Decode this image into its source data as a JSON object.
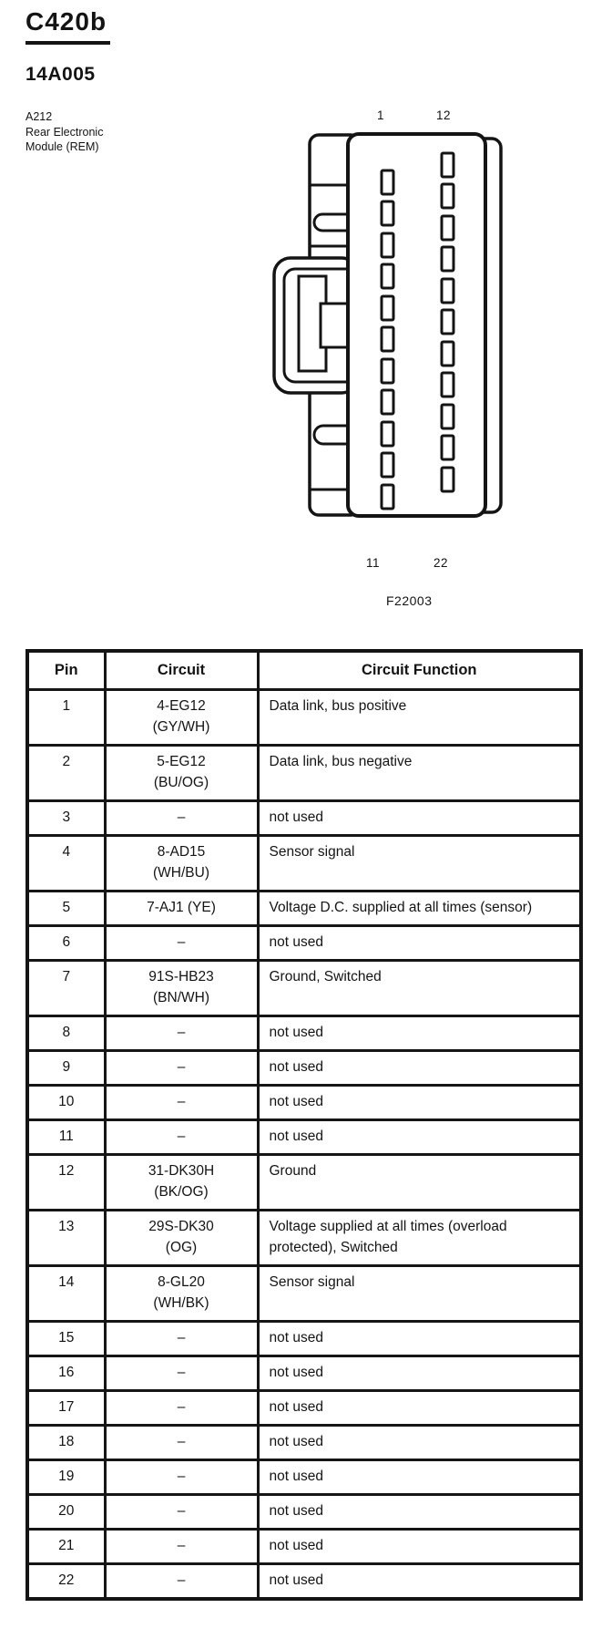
{
  "page": {
    "connector_id": "C420b",
    "part_number": "14A005",
    "component": {
      "line1": "A212",
      "line2": "Rear Electronic",
      "line3": "Module (REM)"
    },
    "figure": {
      "pin_label_top_left": "1",
      "pin_label_top_right": "12",
      "pin_label_bottom_left": "11",
      "pin_label_bottom_right": "22",
      "figure_number": "F22003"
    }
  },
  "table": {
    "headers": [
      "Pin",
      "Circuit",
      "Circuit Function"
    ],
    "rows": [
      {
        "pin": "1",
        "circuit_lines": [
          "4-EG12",
          "(GY/WH)"
        ],
        "function": "Data link, bus positive"
      },
      {
        "pin": "2",
        "circuit_lines": [
          "5-EG12",
          "(BU/OG)"
        ],
        "function": "Data link, bus negative"
      },
      {
        "pin": "3",
        "circuit_lines": [
          "–"
        ],
        "function": "not used"
      },
      {
        "pin": "4",
        "circuit_lines": [
          "8-AD15",
          "(WH/BU)"
        ],
        "function": "Sensor signal"
      },
      {
        "pin": "5",
        "circuit_lines": [
          "7-AJ1 (YE)"
        ],
        "function": "Voltage D.C. supplied at all times (sensor)"
      },
      {
        "pin": "6",
        "circuit_lines": [
          "–"
        ],
        "function": "not used"
      },
      {
        "pin": "7",
        "circuit_lines": [
          "91S-HB23",
          "(BN/WH)"
        ],
        "function": "Ground, Switched"
      },
      {
        "pin": "8",
        "circuit_lines": [
          "–"
        ],
        "function": "not used"
      },
      {
        "pin": "9",
        "circuit_lines": [
          "–"
        ],
        "function": "not used"
      },
      {
        "pin": "10",
        "circuit_lines": [
          "–"
        ],
        "function": "not used"
      },
      {
        "pin": "11",
        "circuit_lines": [
          "–"
        ],
        "function": "not used"
      },
      {
        "pin": "12",
        "circuit_lines": [
          "31-DK30H",
          "(BK/OG)"
        ],
        "function": "Ground"
      },
      {
        "pin": "13",
        "circuit_lines": [
          "29S-DK30",
          "(OG)"
        ],
        "function": "Voltage supplied at all times (overload protected), Switched"
      },
      {
        "pin": "14",
        "circuit_lines": [
          "8-GL20",
          "(WH/BK)"
        ],
        "function": "Sensor signal"
      },
      {
        "pin": "15",
        "circuit_lines": [
          "–"
        ],
        "function": "not used"
      },
      {
        "pin": "16",
        "circuit_lines": [
          "–"
        ],
        "function": "not used"
      },
      {
        "pin": "17",
        "circuit_lines": [
          "–"
        ],
        "function": "not used"
      },
      {
        "pin": "18",
        "circuit_lines": [
          "–"
        ],
        "function": "not used"
      },
      {
        "pin": "19",
        "circuit_lines": [
          "–"
        ],
        "function": "not used"
      },
      {
        "pin": "20",
        "circuit_lines": [
          "–"
        ],
        "function": "not used"
      },
      {
        "pin": "21",
        "circuit_lines": [
          "–"
        ],
        "function": "not used"
      },
      {
        "pin": "22",
        "circuit_lines": [
          "–"
        ],
        "function": "not used"
      }
    ]
  },
  "colors": {
    "ink": "#141414",
    "paper": "#ffffff"
  }
}
